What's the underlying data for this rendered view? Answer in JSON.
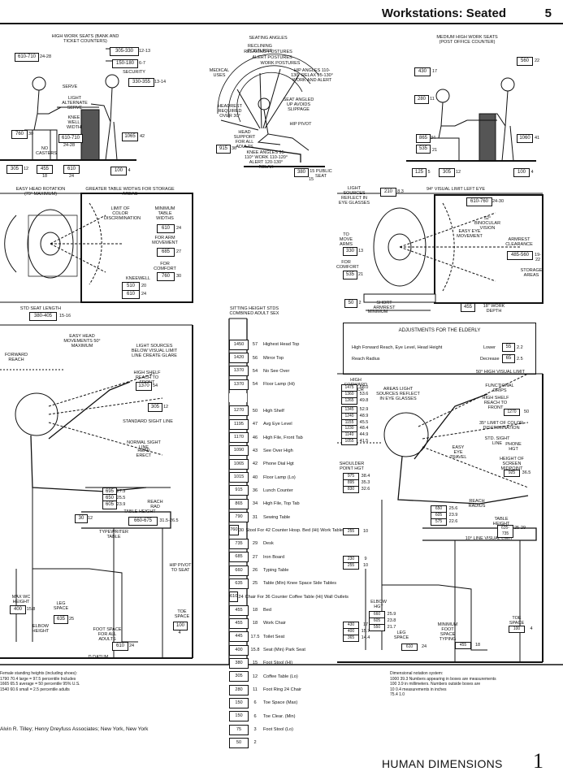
{
  "header": {
    "title": "Workstations: Seated",
    "page_section": "5"
  },
  "panels": {
    "high_seats": {
      "title": "HIGH WORK SEATS (BANK AND TICKET COUNTERS)",
      "dims": [
        "610-710",
        "24-28",
        "305-330",
        "12-13",
        "150-180",
        "6-7",
        "330-355",
        "13-14",
        "760",
        "30",
        "610-710",
        "24-28",
        "1065",
        "42",
        "305",
        "12",
        "455",
        "18",
        "610",
        "24",
        "100",
        "4"
      ],
      "notes": [
        "Serve",
        "Light Alternate Serve",
        "Knee Well Width",
        "Security",
        "No Casters"
      ]
    },
    "angles": {
      "title": "SEATING ANGLES",
      "notes": [
        "Reclining Postures",
        "Relaxing Postures",
        "Alert Postures",
        "Work Postures",
        "Medical Uses",
        "Hip Angles 110-130° Relax 95-130° Work And Alert",
        "Seat Angled Up Avoids Slippage",
        "Hip Pivot",
        "Headrest Required Over 30°",
        "Head Support For All Adults",
        "Knee Angles 95-110° Work 110-120° Alert 120-130° Relax",
        "15 Public Seat"
      ],
      "dims": [
        "915",
        "36",
        "380",
        "15"
      ]
    },
    "medium_seats": {
      "title": "MEDIUM HIGH WORK SEATS (POST OFFICE COUNTER)",
      "dims": [
        "430",
        "17",
        "560",
        "22",
        "280",
        "11",
        "865",
        "34",
        "535",
        "21",
        "1060",
        "41",
        "125",
        "5",
        "305",
        "12",
        "100",
        "4"
      ]
    },
    "plan_left": {
      "notes": [
        "Easy Head Rotation (79° Maximum)",
        "Greater Table Widths For Storage Areas",
        "Limit Of Color Discrimination",
        "Minimum Table Widths",
        "For Arm Movement",
        "For Comfort",
        "Kneewell",
        "Std Seat Length"
      ],
      "dims": [
        "610",
        "24",
        "685",
        "27",
        "760",
        "30",
        "510",
        "20",
        "610",
        "24",
        "380-405",
        "15-16"
      ]
    },
    "plan_right": {
      "notes": [
        "Light Sources Reflect In Eye Glasses",
        "94° Visual Limit Left Eye",
        "52° Binocular Vision",
        "Easy Eye Movement",
        "Armrest Clearance",
        "To Move Arms",
        "For Comfort",
        "Short Armrest",
        "Minimum",
        "18\" Work Depth",
        "Storage Areas"
      ],
      "dims": [
        "210",
        "8.3",
        "610-760",
        "24-30",
        "485-560",
        "19-22",
        "330",
        "13",
        "535",
        "21",
        "50",
        "2",
        "455"
      ]
    },
    "side_left": {
      "notes": [
        "Easy Head Movements 50° Maximum",
        "Light Sources Below Visual Limit Line Create Glare",
        "High Shelf Reach To Front",
        "Forward Reach",
        "Standard Sight Line",
        "Normal Sight Line",
        "Head Erect",
        "Reach Rad",
        "Table Height",
        "Typewriter Table",
        "Hip Pivot To Seat",
        "Toe Space",
        "Max WC Height",
        "Leg Space",
        "Elbow Height",
        "Foot Space For All Adults",
        "D Datum"
      ],
      "dims": [
        "1370",
        "54",
        "305",
        "12",
        "695",
        "27.3",
        "650",
        "25.5",
        "605",
        "23.9",
        "30",
        "12",
        "660-675",
        "31.5-26.5",
        "100",
        "4",
        "400",
        "15.8",
        "635",
        "25",
        "610",
        "24"
      ]
    },
    "table_title": "SITTING HEIGHT STDS COMBINED ADULT SEX",
    "table": [
      [
        "1450",
        "57",
        "Highest Head Top"
      ],
      [
        "1420",
        "56",
        "Mirror Top"
      ],
      [
        "1370",
        "54",
        "No See Over"
      ],
      [
        "1370",
        "54",
        "Floor Lamp (Hi)"
      ],
      [
        "",
        "",
        ""
      ],
      [
        "1270",
        "50",
        "High Shelf"
      ],
      [
        "1195",
        "47",
        "Avg Eye Level"
      ],
      [
        "1170",
        "46",
        "High File, Front Tab"
      ],
      [
        "1090",
        "43",
        "See Over High"
      ],
      [
        "1065",
        "42",
        "Phone Dial Hgt"
      ],
      [
        "1015",
        "40",
        "Floor Lamp (Lo)"
      ],
      [
        "915",
        "36",
        "Lunch Counter"
      ],
      [
        "865",
        "34",
        "High File, Top Tab"
      ],
      [
        "790",
        "31",
        "Sewing Table"
      ],
      [
        "760",
        "30",
        "Stool For 42 Counter Hosp. Bed (Hi) Work Table"
      ],
      [
        "735",
        "29",
        "Desk"
      ],
      [
        "685",
        "27",
        "Iron Board"
      ],
      [
        "660",
        "26",
        "Typing Table"
      ],
      [
        "635",
        "25",
        "Table (Min) Knee Space Side Tables"
      ],
      [
        "610",
        "24",
        "Chair For 36 Counter Coffee Table (Hi) Wall Outlets"
      ],
      [
        "455",
        "18",
        "Bed"
      ],
      [
        "455",
        "18",
        "Work Chair"
      ],
      [
        "445",
        "17.5",
        "Toilet Seat"
      ],
      [
        "400",
        "15.8",
        "Seat (Min) Park Seat"
      ],
      [
        "380",
        "15",
        "Foot Stool (Hi)"
      ],
      [
        "305",
        "12",
        "Coffee Table (Lo)"
      ],
      [
        "280",
        "11",
        "Foot Ring 24 Chair"
      ],
      [
        "150",
        "6",
        "Toe Space (Max)"
      ],
      [
        "150",
        "6",
        "Toe Clear. (Min)"
      ],
      [
        "75",
        "3",
        "Foot Stool (Lo)"
      ],
      [
        "50",
        "2",
        ""
      ]
    ],
    "elderly": {
      "title": "ADJUSTMENTS FOR THE ELDERLY",
      "row1": "High Forward Reach, Eye Level, Head Height",
      "row1_dir": "Lower",
      "row1_mm": "55",
      "row1_in": "2.2",
      "row2": "Reach Radius",
      "row2_dir": "Decrease",
      "row2_mm": "65",
      "row2_in": "2.5"
    },
    "side_right": {
      "notes": [
        "High Forward Reach",
        "Areas Light Sources Reflect In Eye Glasses",
        "50° High Visual Limit",
        "Functional Grips",
        "High Shelf Reach To Front",
        "35° Limit Of Color Discrimination",
        "Std. Sight Line",
        "Easy Eye Travel",
        "Phone Hgt",
        "Height Of Screen Midpoint",
        "Shoulder Point Hgt",
        "Reach Radius",
        "Table Height",
        "10° Line Visual Limit",
        "Elbow Hgt",
        "Leg Space",
        "Minimum Foot Space Typing",
        "Toe Space"
      ],
      "dims": [
        "1475",
        "58.0",
        "1360",
        "53.6",
        "1265",
        "49.8",
        "1345",
        "52.9",
        "1240",
        "48.9",
        "1155",
        "45.5",
        "1230",
        "48.4",
        "1140",
        "44.9",
        "1055",
        "41.5",
        "1270",
        "50",
        "925",
        "36.5",
        "975",
        "38.4",
        "895",
        "35.3",
        "830",
        "32.6",
        "650",
        "25.6",
        "605",
        "23.9",
        "575",
        "22.6",
        "635-735",
        "25-29",
        "255",
        "10",
        "230",
        "9",
        "255",
        "10",
        "660",
        "25.9",
        "605",
        "23.8",
        "550",
        "21.7",
        "430",
        "17",
        "400",
        "15.7",
        "365",
        "14.4",
        "610",
        "24",
        "455",
        "18",
        "100",
        "4"
      ]
    },
    "footer_left": [
      "Female standing heights (including shoes):",
      "1790  70.4  large = 97.5 percentile  Includes",
      "1665  65.5  average = 50 percentile  95% U.S.",
      "1540  60.6  small = 2.5 percentile  adults"
    ],
    "footer_right": [
      "Dimensional notation system:",
      "1000  39.3  Numbers appearing in boxes are measurements",
      "100  3.9  in millimeters. Numbers outside boxes are",
      "10  0.4  measurements in inches",
      "75.4  1.0"
    ],
    "credit": "Alvin R. Tilley; Henry Dreyfuss Associates; New York, New York",
    "book_title": "HUMAN DIMENSIONS",
    "page_number": "1"
  }
}
